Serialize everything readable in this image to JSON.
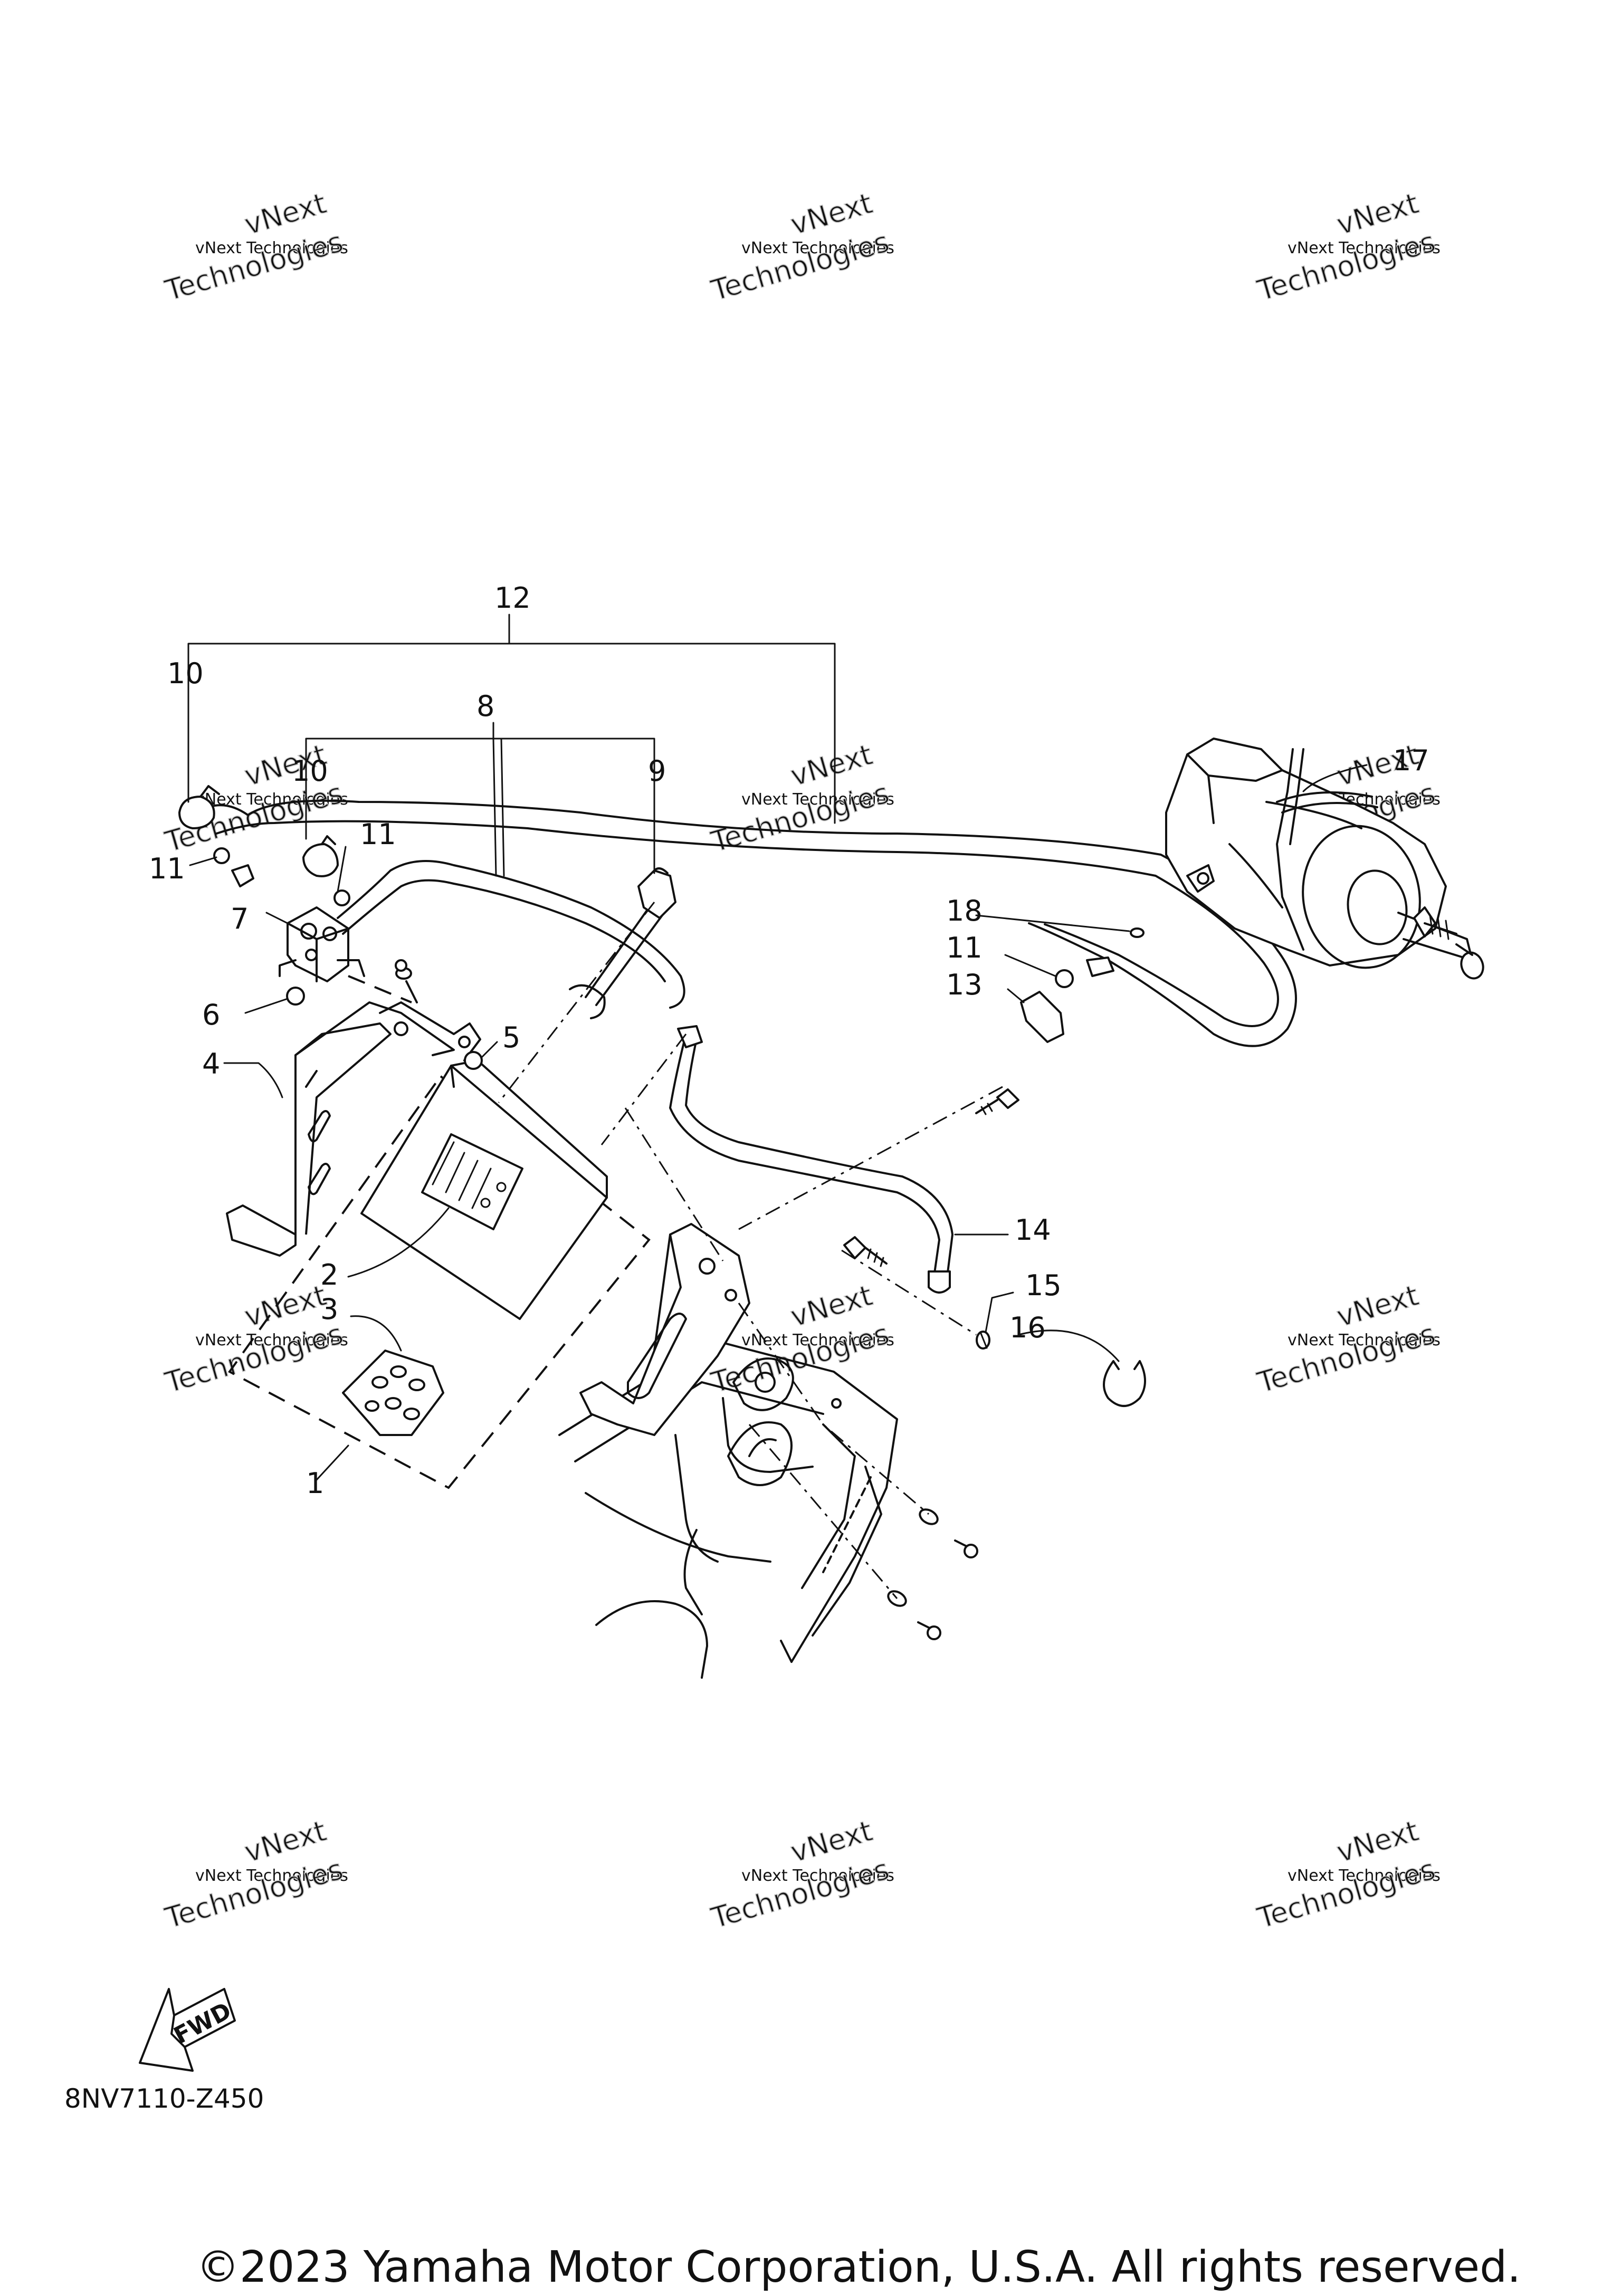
{
  "diagram_code": "8NV7110-Z450",
  "copyright": "©2023 Yamaha Motor Corporation, U.S.A. All rights reserved.",
  "fwd_label": "FWD",
  "watermark": {
    "line1": "vNext Technologies",
    "line2a": "vNext",
    "line2b": "Technologies"
  },
  "callouts": {
    "c1": "1",
    "c2": "2",
    "c3": "3",
    "c4": "4",
    "c5": "5",
    "c6": "6",
    "c7": "7",
    "c8": "8",
    "c9": "9",
    "c10a": "10",
    "c10b": "10",
    "c11a": "11",
    "c11b": "11",
    "c11c": "11",
    "c12": "12",
    "c13": "13",
    "c14": "14",
    "c15": "15",
    "c16": "16",
    "c17": "17",
    "c18": "18"
  }
}
